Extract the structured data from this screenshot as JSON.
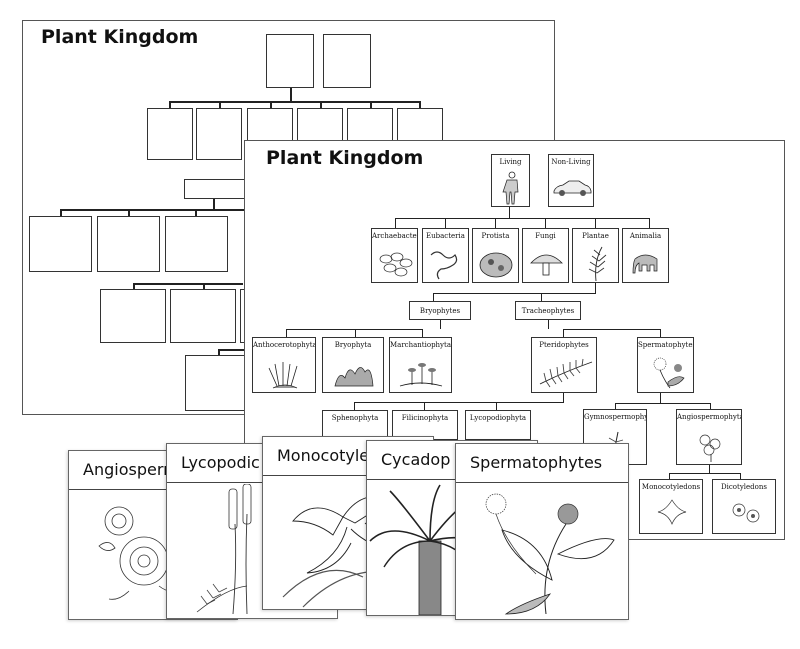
{
  "back_sheet": {
    "title": "Plant Kingdom"
  },
  "front_sheet": {
    "title": "Plant Kingdom",
    "row1": [
      "Living",
      "Non-Living"
    ],
    "row2": [
      "Archaebacteria",
      "Eubacteria",
      "Protista",
      "Fungi",
      "Plantae",
      "Animalia"
    ],
    "row3": [
      "Bryophytes",
      "Tracheophytes"
    ],
    "row4_left": [
      "Anthocerotophyta",
      "Bryophyta",
      "Marchantiophyta"
    ],
    "row4_right": [
      "Pteridophytes",
      "Spermatophytes"
    ],
    "row5_left": [
      "Sphenophyta",
      "Filicinophyta",
      "Lycopodiophyta"
    ],
    "row5_right": [
      "Gymnospermophyta",
      "Angiospermophyta"
    ],
    "row6": [
      "Monocotyledons",
      "Dicotyledons"
    ]
  },
  "cards": [
    {
      "title": "Angiosperm",
      "icon": "rose-icon"
    },
    {
      "title": "Lycopodic",
      "icon": "clubmoss-icon"
    },
    {
      "title": "Monocotyle",
      "icon": "lily-icon"
    },
    {
      "title": "Cycadop",
      "icon": "cycad-icon"
    },
    {
      "title": "Spermatophytes",
      "icon": "flowering-plant-icon"
    }
  ]
}
